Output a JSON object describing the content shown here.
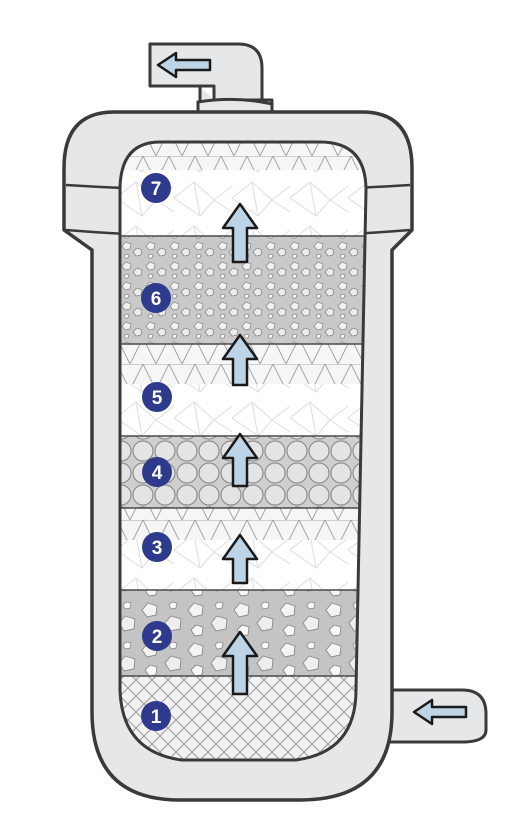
{
  "diagram": {
    "colors": {
      "shell_outline": "#3a3a3a",
      "shell_fill": "#e6e7e9",
      "layer_badge": "#2e3a8c",
      "flow_arrow_fill": "#bcd4e6",
      "flow_arrow_stroke": "#1a1a1a",
      "layer_fill": "#f1f1f1",
      "pattern_line": "#9a9a9a"
    },
    "inlet": {
      "icon": "inlet-arrow-icon",
      "direction": "left"
    },
    "outlet": {
      "icon": "outlet-arrow-icon",
      "direction": "left"
    },
    "flow_direction": "up",
    "layers": [
      {
        "number": "1",
        "pattern": "crosshatch"
      },
      {
        "number": "2",
        "pattern": "large-gravel"
      },
      {
        "number": "3",
        "pattern": "triangle-mesh"
      },
      {
        "number": "4",
        "pattern": "spheres"
      },
      {
        "number": "5",
        "pattern": "triangle-mesh"
      },
      {
        "number": "6",
        "pattern": "small-gravel"
      },
      {
        "number": "7",
        "pattern": "triangle-mesh"
      }
    ]
  }
}
